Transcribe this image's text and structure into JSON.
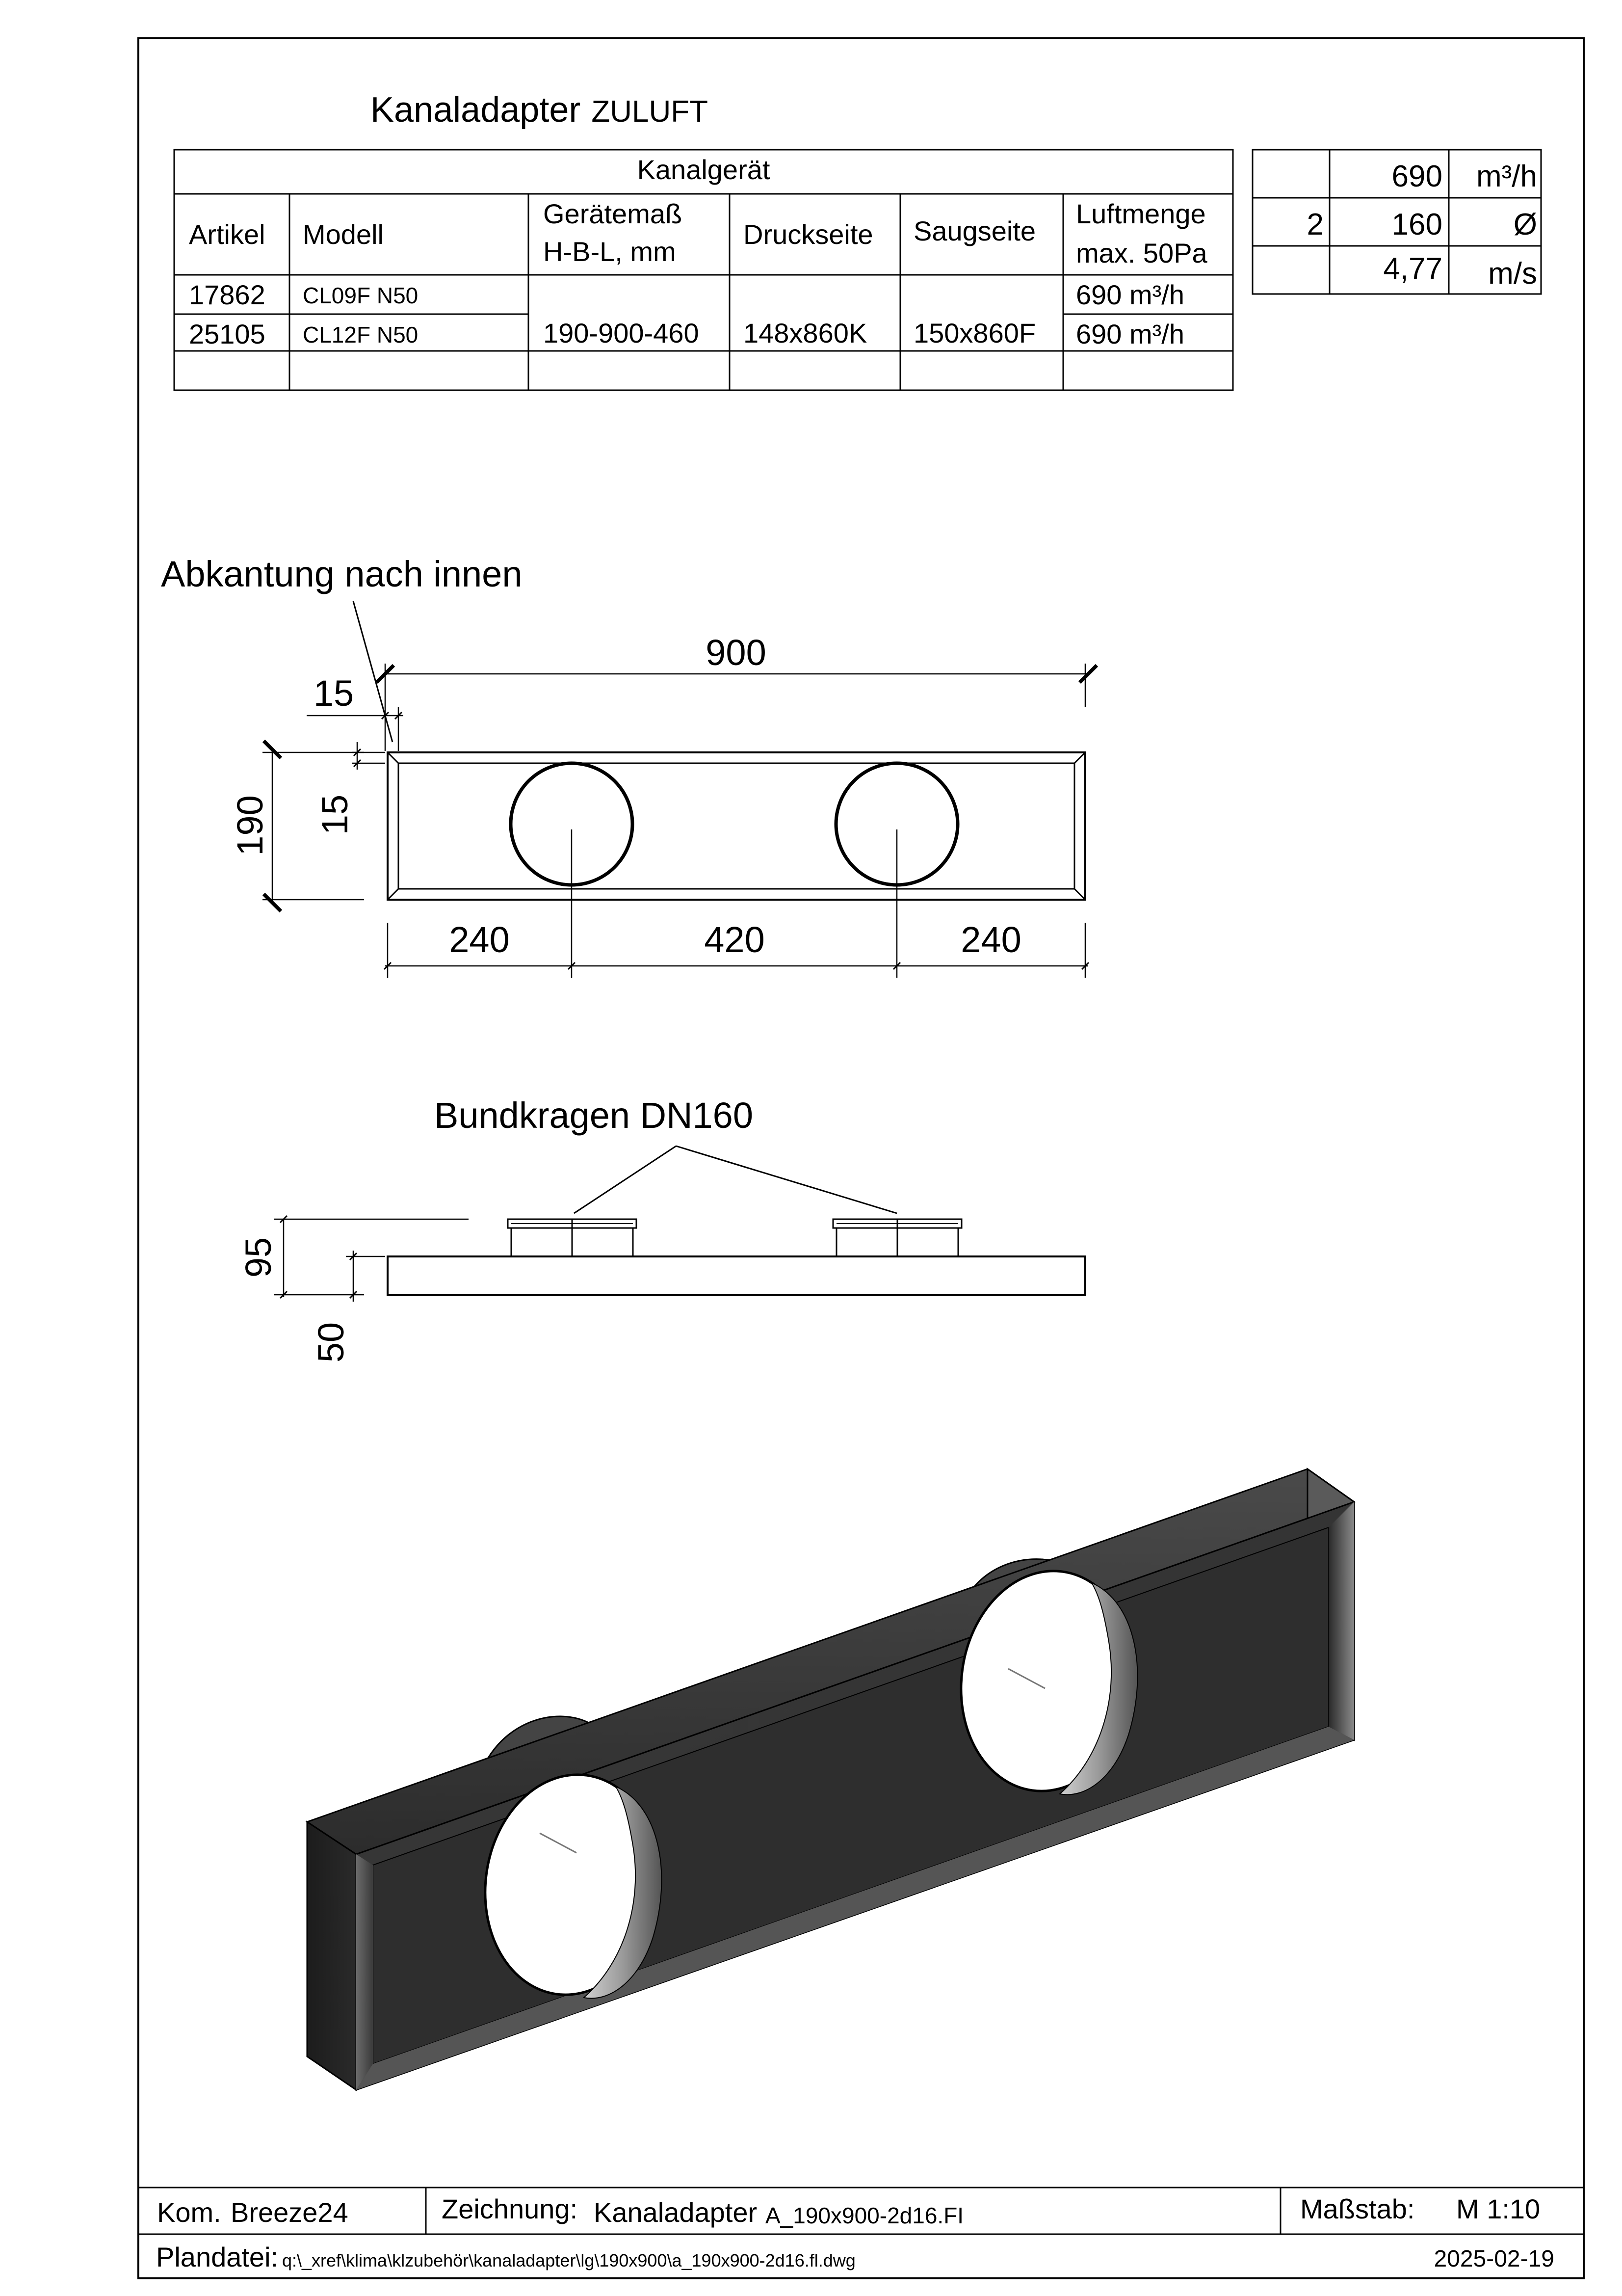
{
  "title": {
    "main": "Kanaladapter",
    "sub": "ZULUFT"
  },
  "main_table": {
    "group_header": "Kanalgerät",
    "headers": {
      "artikel": "Artikel",
      "modell": "Modell",
      "geraetemass_1": "Gerätemaß",
      "geraetemass_2": "H-B-L, mm",
      "druckseite": "Druckseite",
      "saugseite": "Saugseite",
      "luftmenge_1": "Luftmenge",
      "luftmenge_2": "max. 50Pa"
    },
    "rows": [
      {
        "artikel": "17862",
        "modell": "CL09F N50",
        "luftmenge": "690 m³/h"
      },
      {
        "artikel": "25105",
        "modell": "CL12F N50",
        "luftmenge": "690 m³/h"
      }
    ],
    "geraetemass": "190-900-460",
    "druckseite": "148x860K",
    "saugseite": "150x860F"
  },
  "side_table": {
    "rows": [
      {
        "count": "",
        "value": "690",
        "unit": "m³/h"
      },
      {
        "count": "2",
        "value": "160",
        "unit": "Ø"
      },
      {
        "count": "",
        "value": "4,77",
        "unit": "m/s"
      }
    ]
  },
  "front_view": {
    "label": "Abkantung nach innen",
    "dims": {
      "width": "900",
      "flange_top": "15",
      "flange_side": "15",
      "height": "190",
      "left": "240",
      "middle": "420",
      "right": "240"
    }
  },
  "side_view": {
    "label": "Bundkragen DN160",
    "dims": {
      "total": "95",
      "body": "50"
    }
  },
  "title_block": {
    "kom_label": "Kom.",
    "kom_value": "Breeze24",
    "zeichnung_label": "Zeichnung:",
    "zeichnung_value": "Kanaladapter",
    "zeichnung_code": "A_190x900-2d16.FI",
    "massstab_label": "Maßstab:",
    "massstab_value": "M 1:10",
    "plandatei_label": "Plandatei:",
    "plandatei_value": "q:\\_xref\\klima\\klzubehör\\kanaladapter\\lg\\190x900\\a_190x900-2d16.fl.dwg",
    "date": "2025-02-19"
  }
}
